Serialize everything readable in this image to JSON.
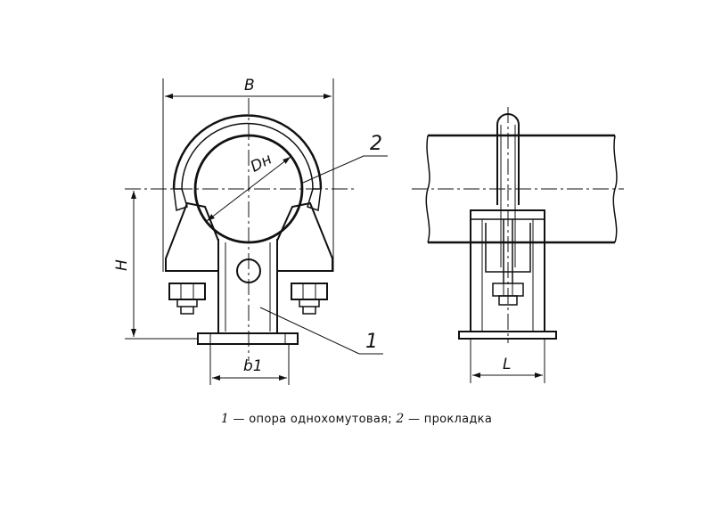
{
  "labels": {
    "width": "B",
    "diameter": "Dн",
    "height": "H",
    "base_width": "b1",
    "length": "L",
    "part1": "1",
    "part2": "2"
  },
  "caption": {
    "item1_num": "1",
    "item1_text": "— опора однохомутовая;",
    "item2_num": "2",
    "item2_text": "— прокладка"
  }
}
